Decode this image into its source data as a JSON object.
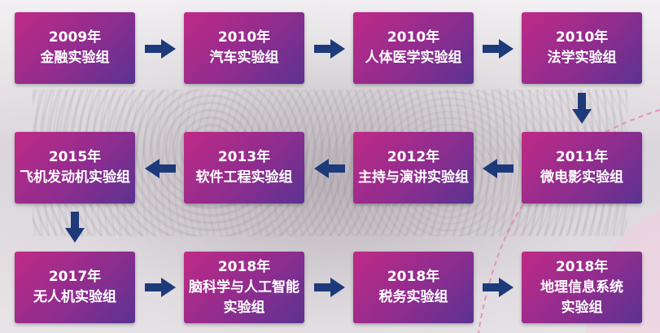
{
  "colors": {
    "box_start": "#c02a86",
    "box_end": "#5a3391",
    "arrow": "#1d3a7a",
    "text": "#ffffff"
  },
  "steps": [
    {
      "year": "2009年",
      "name": "金融实验组"
    },
    {
      "year": "2010年",
      "name": "汽车实验组"
    },
    {
      "year": "2010年",
      "name": "人体医学实验组"
    },
    {
      "year": "2010年",
      "name": "法学实验组"
    },
    {
      "year": "2011年",
      "name": "微电影实验组"
    },
    {
      "year": "2012年",
      "name": "主持与演讲实验组"
    },
    {
      "year": "2013年",
      "name": "软件工程实验组"
    },
    {
      "year": "2015年",
      "name": "飞机发动机实验组"
    },
    {
      "year": "2017年",
      "name": "无人机实验组"
    },
    {
      "year": "2018年",
      "name": "脑科学与人工智能",
      "name2": "实验组"
    },
    {
      "year": "2018年",
      "name": "税务实验组"
    },
    {
      "year": "2018年",
      "name": "地理信息系统",
      "name2": "实验组"
    }
  ]
}
